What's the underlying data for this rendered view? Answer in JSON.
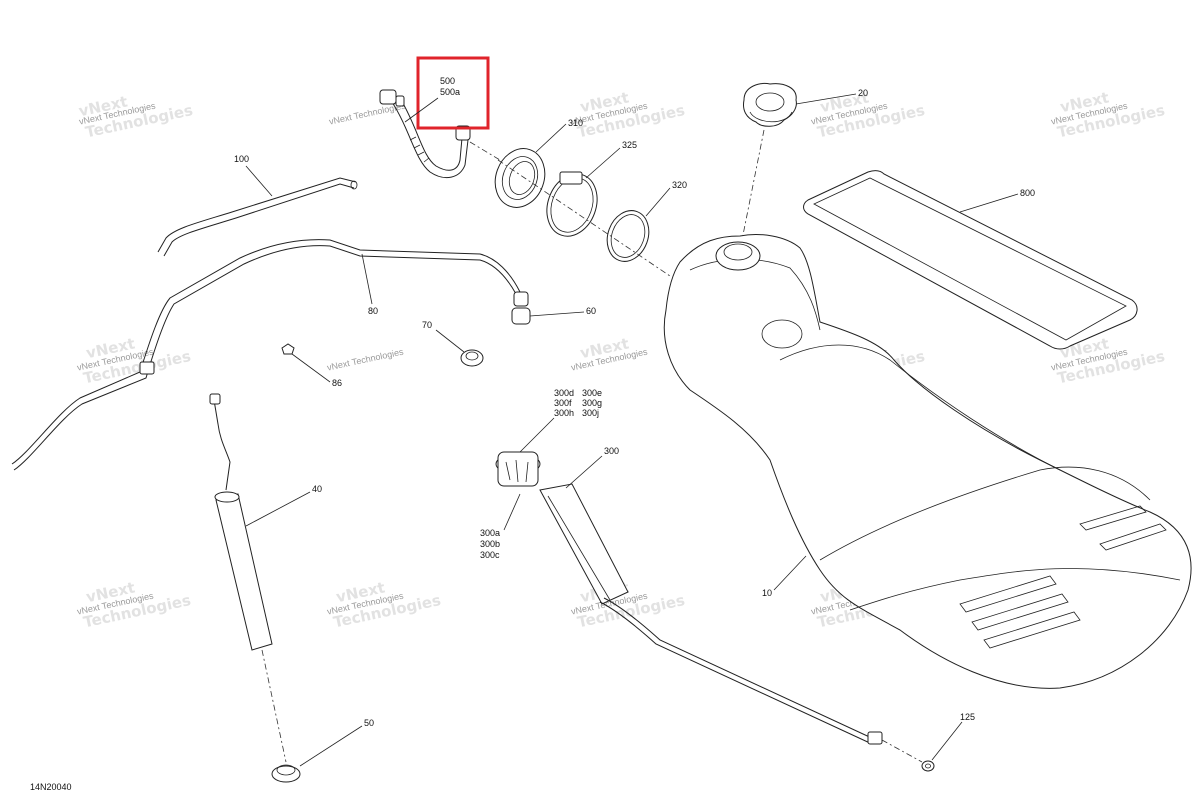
{
  "diagram_id": "14N20040",
  "watermark": {
    "line1": "vNext Technologies",
    "line2": "Technologies"
  },
  "callouts": {
    "c500": "500",
    "c500a": "500a",
    "c310": "310",
    "c325": "325",
    "c320": "320",
    "c20": "20",
    "c800": "800",
    "c100": "100",
    "c80": "80",
    "c60": "60",
    "c70": "70",
    "c86": "86",
    "c40": "40",
    "c300d": "300d",
    "c300e": "300e",
    "c300f": "300f",
    "c300g": "300g",
    "c300h": "300h",
    "c300j": "300j",
    "c300": "300",
    "c300a": "300a",
    "c300b": "300b",
    "c300c": "300c",
    "c10": "10",
    "c50": "50",
    "c125": "125"
  },
  "highlight": {
    "color": "#e0242b",
    "target": "500 / 500a"
  }
}
